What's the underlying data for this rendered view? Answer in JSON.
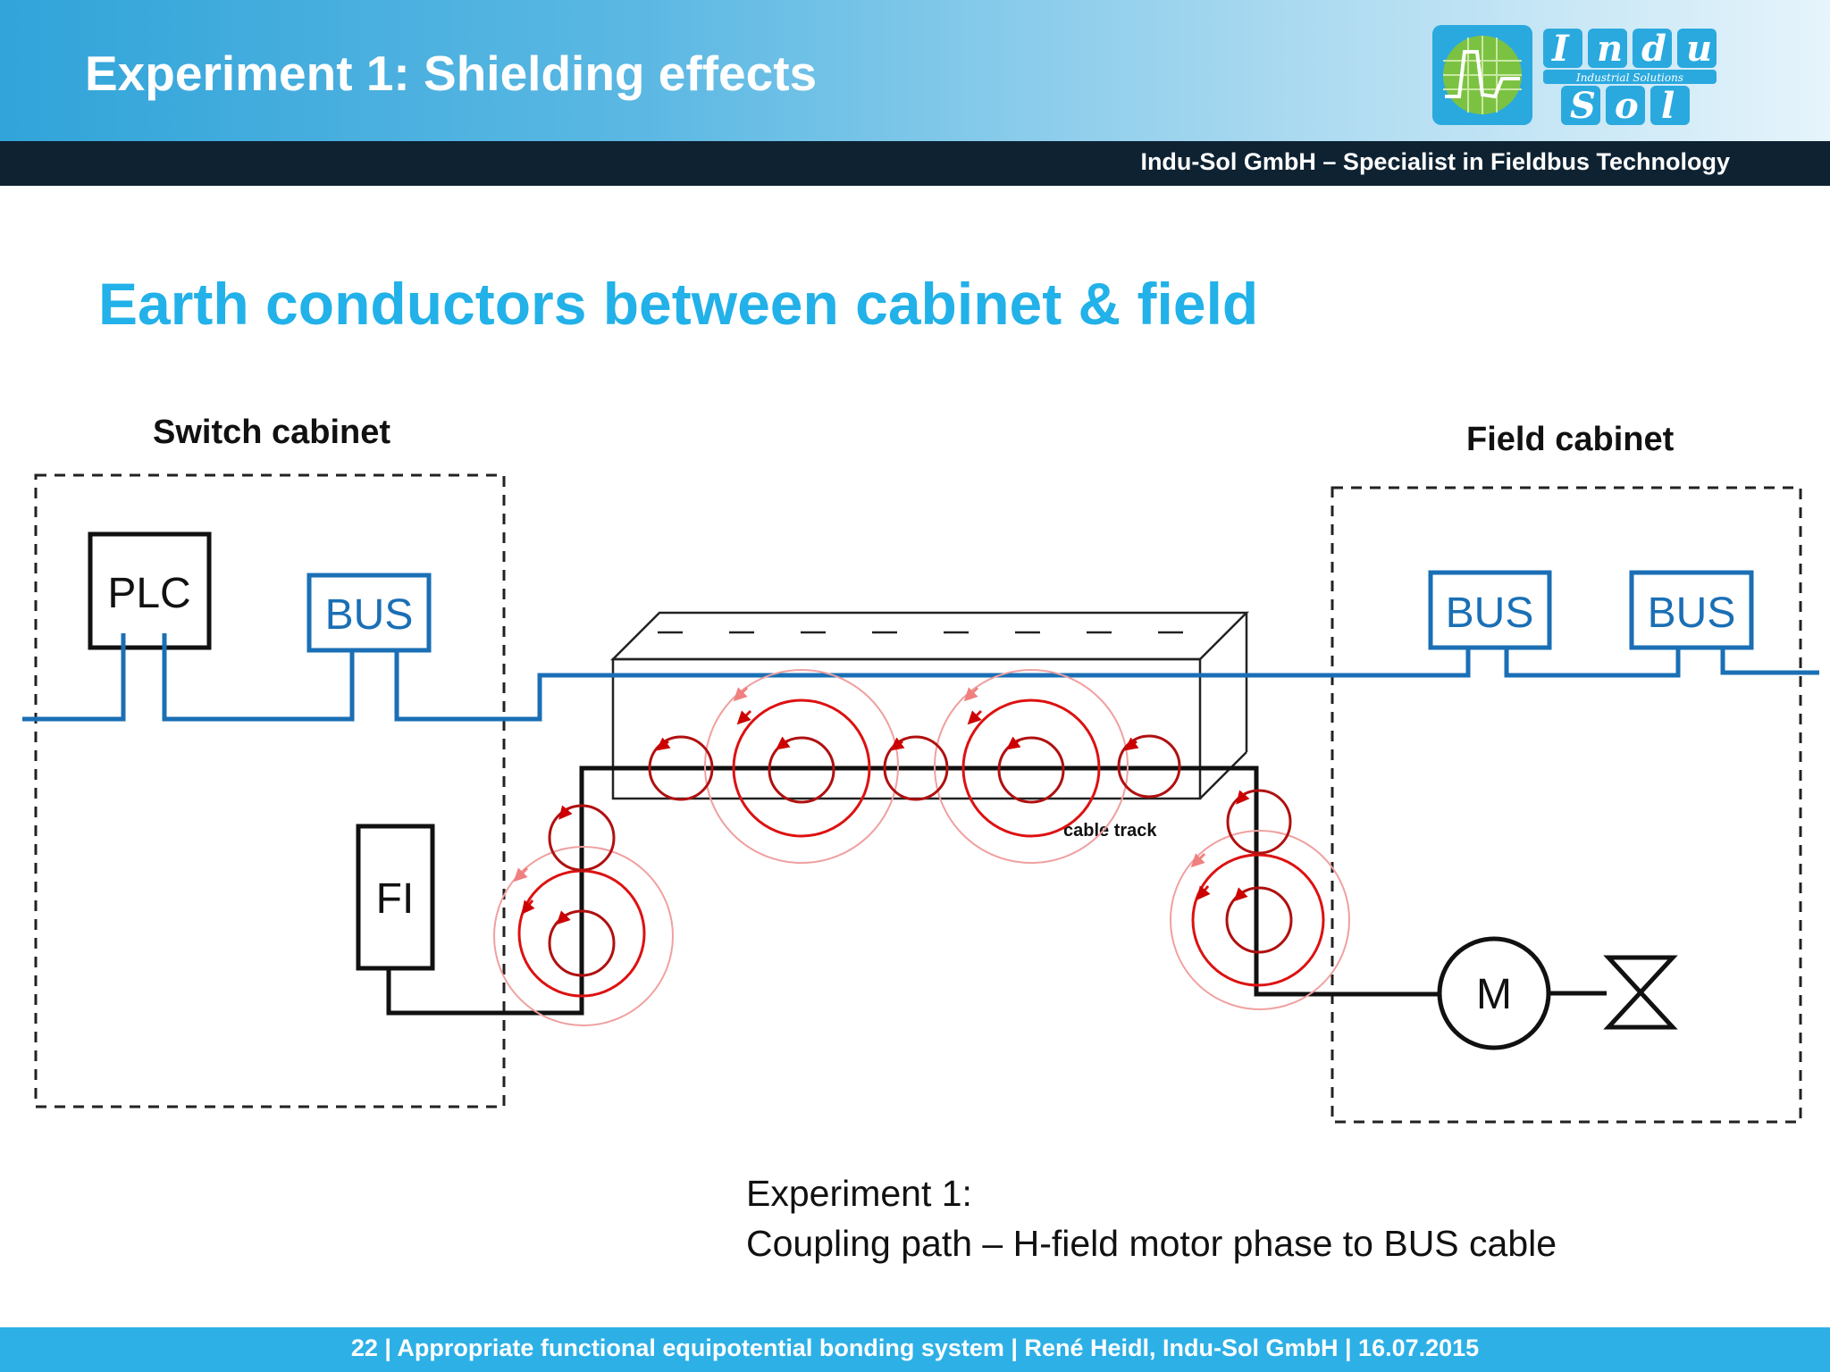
{
  "header": {
    "title": "Experiment 1: Shielding effects",
    "tagline": "Indu-Sol GmbH – Specialist in Fieldbus Technology",
    "logo": {
      "top": "Indu",
      "middle": "Industrial Solutions",
      "bottom": "Sol"
    }
  },
  "slide": {
    "heading": "Earth conductors between cabinet & field",
    "caption_line1": "Experiment 1:",
    "caption_line2": "Coupling path – H-field motor phase to BUS cable"
  },
  "diagram": {
    "switch_cabinet_label": "Switch cabinet",
    "field_cabinet_label": "Field cabinet",
    "plc_label": "PLC",
    "bus_label_1": "BUS",
    "bus_label_2": "BUS",
    "bus_label_3": "BUS",
    "fi_label": "FI",
    "motor_label": "M",
    "cable_track_label": "cable track",
    "colors": {
      "bus_cable": "#1a6fb5",
      "h_field": "#cc1111",
      "power_cable": "#111111"
    }
  },
  "footer": {
    "text": "22 | Appropriate functional equipotential bonding system | René Heidl, Indu-Sol GmbH | 16.07.2015"
  }
}
